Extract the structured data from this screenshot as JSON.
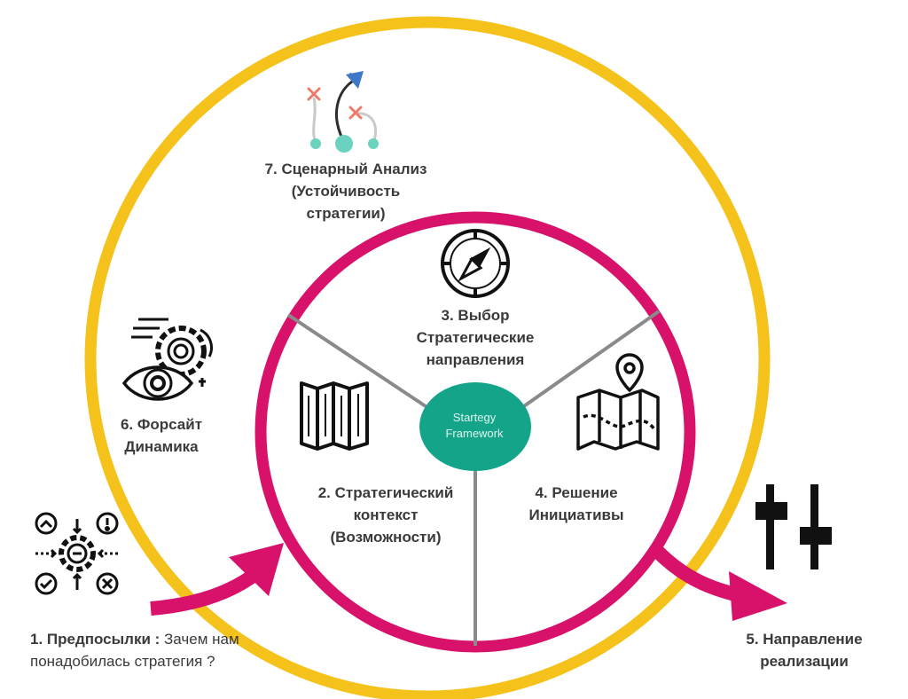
{
  "colors": {
    "outer_ring": "#f5c21b",
    "inner_ring": "#d8116a",
    "center_fill": "#14a48a",
    "spokes": "#8a8a8a",
    "icon_teal": "#6bd2c0",
    "icon_cross": "#f07a6a",
    "icon_blue": "#3e78c8",
    "text": "#3a3a3a"
  },
  "center": {
    "line1": "Startegy",
    "line2": "Framework"
  },
  "labels": {
    "step1_bold": "1. Предпосылки : ",
    "step1_normal_1": "Зачем нам",
    "step1_normal_2": "понадобилась стратегия ?",
    "step2": [
      "2. Стратегический",
      "контекст",
      "(Возможности)"
    ],
    "step3": [
      "3. Выбор",
      "Стратегические",
      "направления"
    ],
    "step4": [
      "4. Решение",
      "Инициативы"
    ],
    "step5": [
      "5. Направление",
      "реализации"
    ],
    "step6": [
      "6. Форсайт",
      "Динамика"
    ],
    "step7": [
      "7. Сценарный Анализ",
      "(Устойчивость",
      "стратегии)"
    ]
  },
  "icons": {
    "step1": "gear-with-status-icons",
    "step2": "folded-map-icon",
    "step3": "compass-icon",
    "step4": "map-with-pin-icon",
    "step5": "sliders-icon",
    "step6": "eye-with-gears-icon",
    "step7": "scenario-paths-icon"
  }
}
